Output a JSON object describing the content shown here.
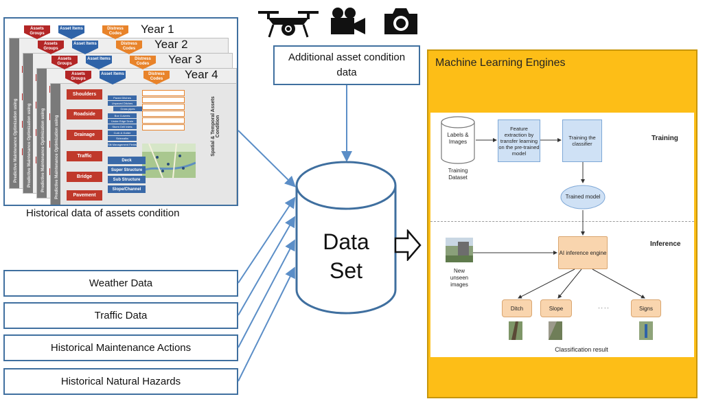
{
  "historical_panel": {
    "caption": "Historical data of assets condition",
    "years": [
      "Year 1",
      "Year 2",
      "Year 3",
      "Year 4"
    ],
    "tags": {
      "assets_groups": "Assets Groups",
      "asset_items": "Asset Items",
      "distress_codes": "Distress Codes"
    },
    "spine_text": "Predictive Maintenance Optimization using",
    "categories": [
      "Shoulders",
      "Roadside",
      "Drainage",
      "Traffic",
      "Bridge",
      "Pavement"
    ],
    "items": [
      "Paved Ditches",
      "Unpaved Ditches",
      "Cross pipes",
      "Box Culverts",
      "Under Edge Drain",
      "Storm Drill Inlets",
      "Curb & Gutter",
      "Sidewalks",
      "Slit Management Fields"
    ],
    "big_items": [
      "Deck",
      "Super Structure",
      "Sub Structure",
      "Slope/Channel"
    ],
    "side_label": "Spatial & Temporal Assets Condition"
  },
  "sources": [
    {
      "label": "Weather Data"
    },
    {
      "label": "Traffic Data"
    },
    {
      "label": "Historical Maintenance Actions"
    },
    {
      "label": "Historical Natural Hazards"
    }
  ],
  "additional": {
    "label": "Additional asset condition data",
    "icons": [
      "drone-icon",
      "video-camera-icon",
      "camera-icon"
    ]
  },
  "dataset": {
    "line1": "Data",
    "line2": "Set"
  },
  "ml": {
    "title": "Machine Learning Engines",
    "training_label": "Training",
    "inference_label": "Inference",
    "labels_images": "Labels & Images",
    "training_dataset": "Training Dataset",
    "feature_extraction": "Feature extraction by transfer learning on the pre-trained model",
    "training_classifier": "Training the classifier",
    "trained_model": "Trained model",
    "new_unseen": "New unseen images",
    "ai_engine": "AI inference engine",
    "classes": [
      "Ditch",
      "Slope",
      "Signs"
    ],
    "ellipsis": ". . . .",
    "classification_result": "Classification result"
  },
  "colors": {
    "frame_blue": "#3f6f9f",
    "ml_yellow": "#fdbe17",
    "arrow_blue": "#5b8ec7"
  }
}
